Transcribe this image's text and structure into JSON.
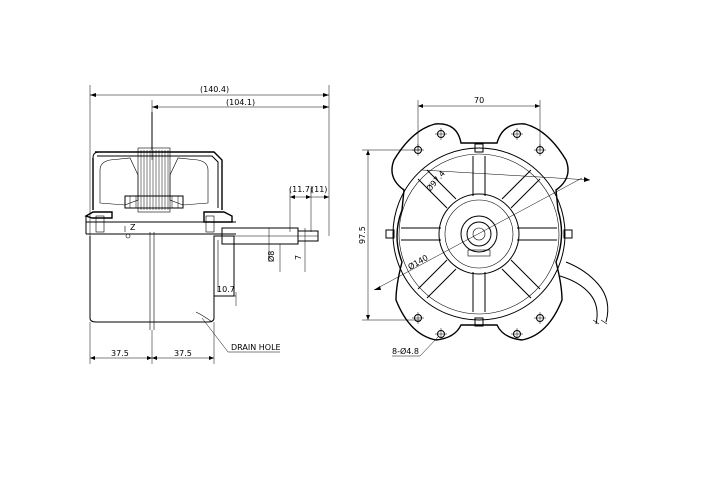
{
  "side_view": {
    "dims": {
      "overall_length": "(140.4)",
      "body_to_shaft": "(104.1)",
      "shaft_len_a": "(11.7)",
      "shaft_len_b": "(11)",
      "shaft_dia": "Ø8",
      "flat": "7",
      "boss": "10.7",
      "left_half": "37.5",
      "right_half": "37.5"
    },
    "drain_label": "DRAIN HOLE",
    "mark": "Z"
  },
  "front_view": {
    "dims": {
      "mount_spacing": "70",
      "height": "97.5",
      "pcd": "Ø97.4",
      "outer_dia": "Ø140",
      "holes": "8-Ø4.8"
    }
  }
}
